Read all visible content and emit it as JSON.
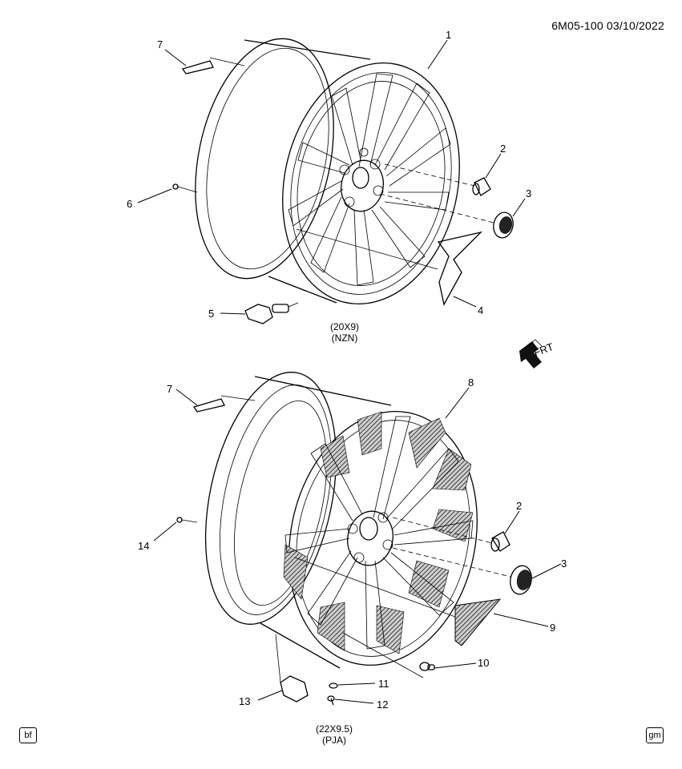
{
  "header": {
    "code": "6M05-100 03/10/2022"
  },
  "captions": {
    "upper": {
      "line1": "(20X9)",
      "line2": "(NZN)"
    },
    "lower": {
      "line1": "(22X9.5)",
      "line2": "(PJA)"
    }
  },
  "frt_label": "FRT",
  "badges": {
    "left": "bf",
    "right": "gm"
  },
  "callouts": {
    "upper": [
      "1",
      "2",
      "3",
      "4",
      "5",
      "6",
      "7"
    ],
    "lower": [
      "7",
      "8",
      "2",
      "3",
      "9",
      "10",
      "11",
      "12",
      "13",
      "14"
    ]
  }
}
